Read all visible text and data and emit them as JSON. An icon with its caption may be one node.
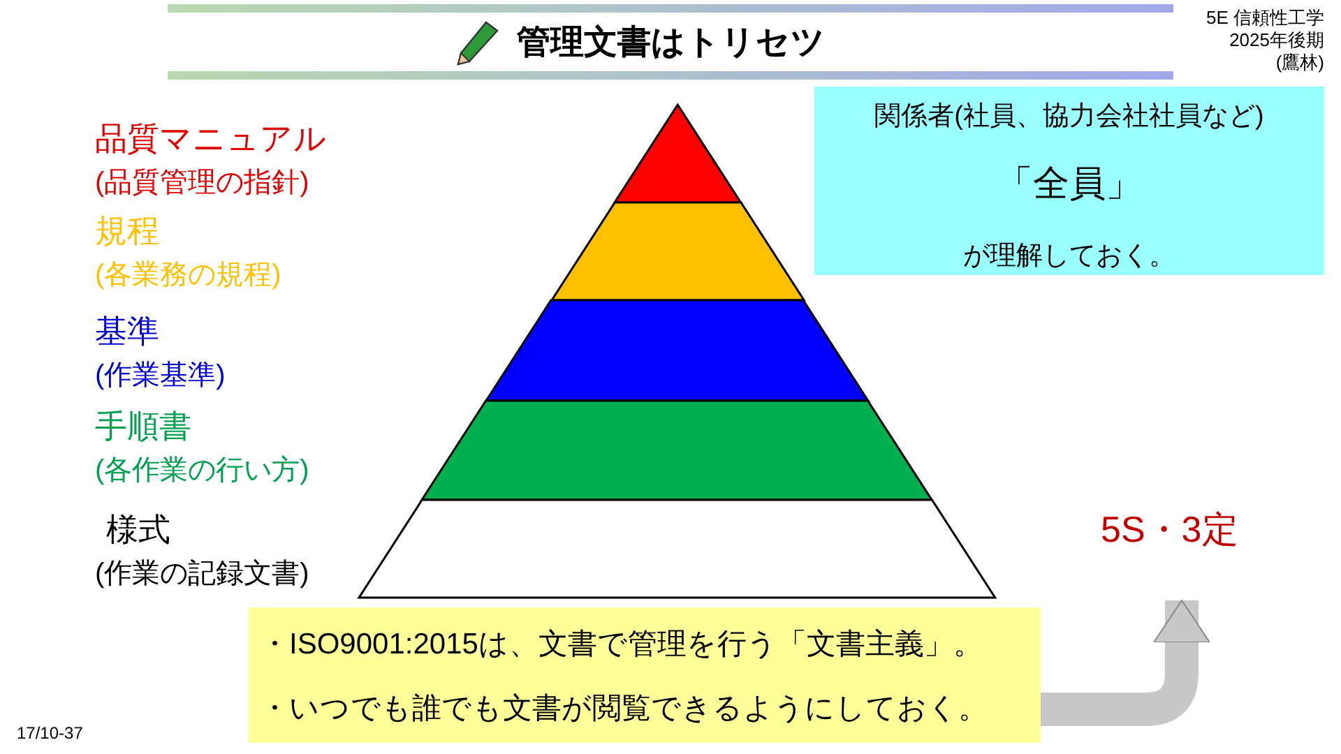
{
  "diagram": {
    "title": "管理文書はトリセツ",
    "nodes": [
      {
        "text": [],
        "shape": "triangle",
        "beside": [
          "品質マニュアル",
          "(品質管理の指針)"
        ]
      },
      {
        "text": [],
        "shape": "bar",
        "beside": [
          "規程",
          "(各業務の規程)"
        ]
      },
      {
        "text": [],
        "shape": "bar",
        "beside": [
          "基準",
          "(作業基準)"
        ]
      },
      {
        "text": [],
        "shape": "bar",
        "beside": [
          "手順書",
          "(各作業の行い方)"
        ]
      },
      {
        "text": [],
        "shape": "bar",
        "beside": [
          "様式",
          "(作業の記録文書)"
        ]
      },
      {
        "text": [
          "関係者(社員、協力会社社員など)",
          "「全員」",
          "が理解しておく。"
        ]
      },
      {
        "text": [
          "・ISO9001:2015は、文書で管理を行う「文書主義」。",
          "・いつでも誰でも文書が閲覧できるようにしておく。"
        ]
      },
      {
        "text": [
          "5S・3定"
        ]
      }
    ],
    "edges": [
      {
        "from": 6,
        "to": 7,
        "arrow": "to",
        "color": "#c8c8c8"
      }
    ],
    "labels": [
      "5E 信頼性工学",
      "2025年後期",
      "(鷹林)",
      "17/10-37"
    ]
  }
}
